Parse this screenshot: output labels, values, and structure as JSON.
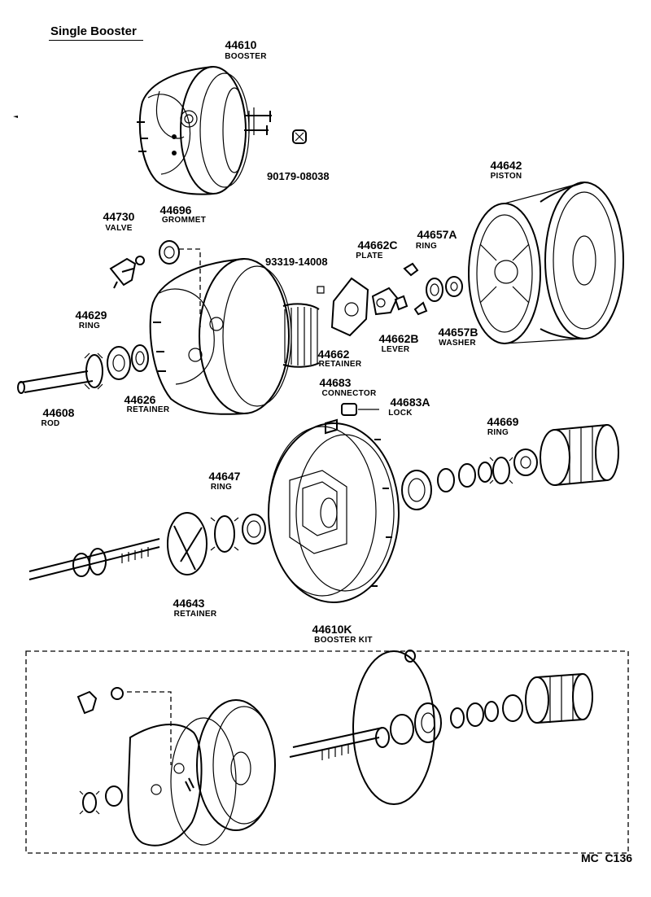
{
  "title": "Single Booster",
  "footer_code": "MC  C136",
  "callouts": [
    {
      "key": "44610",
      "part": "44610",
      "name": "BOOSTER"
    },
    {
      "key": "90179",
      "part": "90179-08038",
      "name": ""
    },
    {
      "key": "44730",
      "part": "44730",
      "name": "VALVE"
    },
    {
      "key": "44696",
      "part": "44696",
      "name": "GROMMET"
    },
    {
      "key": "93319",
      "part": "93319-14008",
      "name": ""
    },
    {
      "key": "44662C",
      "part": "44662C",
      "name": "PLATE"
    },
    {
      "key": "44657A",
      "part": "44657A",
      "name": "RING"
    },
    {
      "key": "44642",
      "part": "44642",
      "name": "PISTON"
    },
    {
      "key": "44629",
      "part": "44629",
      "name": "RING"
    },
    {
      "key": "44662",
      "part": "44662",
      "name": "RETAINER"
    },
    {
      "key": "44662B",
      "part": "44662B",
      "name": "LEVER"
    },
    {
      "key": "44657B",
      "part": "44657B",
      "name": "WASHER"
    },
    {
      "key": "44608",
      "part": "44608",
      "name": "ROD"
    },
    {
      "key": "44626",
      "part": "44626",
      "name": "RETAINER"
    },
    {
      "key": "44683",
      "part": "44683",
      "name": "CONNECTOR"
    },
    {
      "key": "44683A",
      "part": "44683A",
      "name": "LOCK"
    },
    {
      "key": "44669",
      "part": "44669",
      "name": "RING"
    },
    {
      "key": "44647",
      "part": "44647",
      "name": "RING"
    },
    {
      "key": "44643",
      "part": "44643",
      "name": "RETAINER"
    },
    {
      "key": "44610K",
      "part": "44610K",
      "name": "BOOSTER KIT"
    }
  ]
}
